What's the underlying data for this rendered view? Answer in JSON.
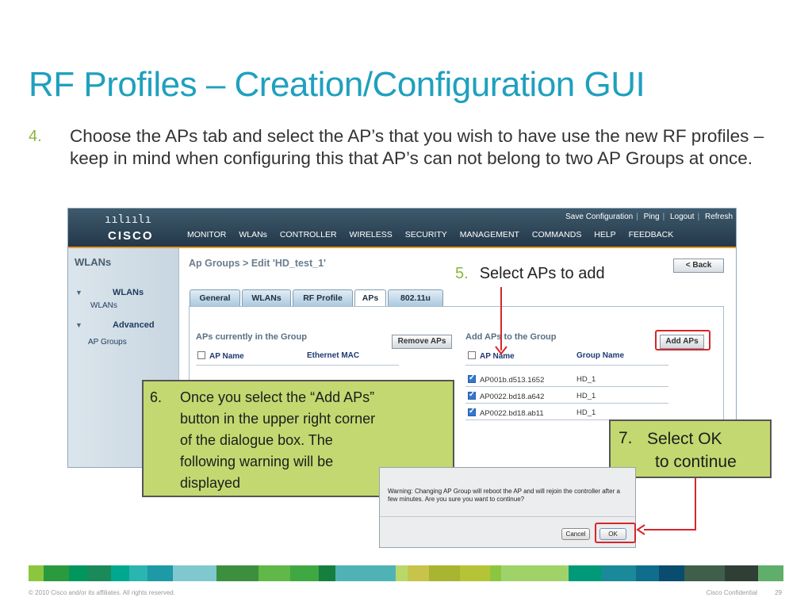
{
  "slide": {
    "title": "RF Profiles – Creation/Configuration GUI",
    "step4_num": "4.",
    "step4_text": "Choose the APs tab and select the AP’s that you wish to have use the new RF profiles – keep in mind when configuring this that AP’s can not belong to two AP Groups at once."
  },
  "wlc": {
    "logo_bars": "ıılıılı",
    "logo_text": "CISCO",
    "util_links": [
      "Save Configuration",
      "Ping",
      "Logout",
      "Refresh"
    ],
    "nav": [
      "MONITOR",
      "WLANs",
      "CONTROLLER",
      "WIRELESS",
      "SECURITY",
      "MANAGEMENT",
      "COMMANDS",
      "HELP",
      "FEEDBACK"
    ],
    "sidebar": {
      "title": "WLANs",
      "items": [
        {
          "heading": "WLANs",
          "sub": "WLANs"
        },
        {
          "heading": "Advanced",
          "sub": "AP Groups"
        }
      ]
    },
    "breadcrumb": "Ap Groups > Edit  'HD_test_1'",
    "back_label": "< Back",
    "tabs": [
      "General",
      "WLANs",
      "RF Profile",
      "APs",
      "802.11u"
    ],
    "active_tab": "APs",
    "left_panel": {
      "title": "APs currently in the Group",
      "button": "Remove APs",
      "col_ap": "AP Name",
      "col_mac": "Ethernet MAC"
    },
    "right_panel": {
      "title": "Add APs to the Group",
      "button": "Add APs",
      "col_ap": "AP Name",
      "col_group": "Group Name",
      "rows": [
        {
          "ap": "AP001b.d513.1652",
          "group": "HD_1",
          "checked": true
        },
        {
          "ap": "AP0022.bd18.a642",
          "group": "HD_1",
          "checked": true
        },
        {
          "ap": "AP0022.bd18.ab11",
          "group": "HD_1",
          "checked": true
        }
      ]
    }
  },
  "callouts": {
    "step5_num": "5.",
    "step5_text": "Select APs to add",
    "step6_num": "6.",
    "step6_lines": [
      "Once you select the “Add APs”",
      "button in the upper right corner",
      "of the dialogue box.  The",
      "following warning will be",
      "displayed"
    ],
    "step7_num": "7.",
    "step7_lines": [
      "Select OK",
      "to continue"
    ]
  },
  "dialog": {
    "message": "Warning: Changing AP Group will reboot the AP and will rejoin the controller after a few minutes. Are you sure you want to continue?",
    "cancel_label": "Cancel",
    "ok_label": "OK"
  },
  "footer": {
    "copyright": "© 2010 Cisco and/or its affiliates. All rights reserved.",
    "confidential": "Cisco Confidential",
    "page": "29",
    "bar_colors": [
      "#8cc63f",
      "#2a9a3f",
      "#00965e",
      "#1b8a5a",
      "#00a88f",
      "#2bb5b0",
      "#1d9aa5",
      "#7fc8d0",
      "#3c8f3f",
      "#5fb847",
      "#40a842",
      "#157f3f",
      "#4fb3b5",
      "#b9d86a",
      "#c8c34a",
      "#a8b530",
      "#b4c436",
      "#8cc63f",
      "#9fd36a",
      "#009a7a",
      "#1a8a9a",
      "#0f6e8c",
      "#0a4c6e",
      "#3f5f4a",
      "#2f3f35",
      "#5fae6a"
    ],
    "bar_widths": [
      18,
      30,
      22,
      28,
      22,
      22,
      30,
      52,
      50,
      38,
      34,
      20,
      72,
      14,
      26,
      36,
      36,
      14,
      80,
      40,
      40,
      28,
      30,
      48,
      40,
      30
    ]
  }
}
